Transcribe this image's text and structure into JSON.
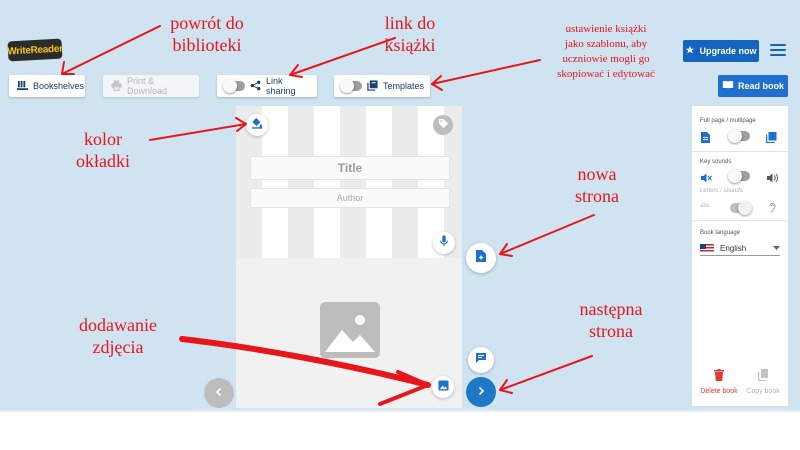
{
  "header": {
    "logo_text": "WriteReader",
    "upgrade_label": "Upgrade now"
  },
  "toolbar": {
    "bookshelves_label": "Bookshelves",
    "print_label": "Print & Download",
    "link_sharing_label": "Link sharing",
    "templates_label": "Templates",
    "read_book_label": "Read book"
  },
  "book": {
    "title_placeholder": "Title",
    "author_placeholder": "Author"
  },
  "panel": {
    "full_page_label": "Full page / multipage",
    "key_sounds_label": "Key sounds",
    "letters_sounds_label": "Letters / sounds",
    "abc_label": "abc",
    "book_language_label": "Book language",
    "language_value": "English",
    "delete_label": "Delete book",
    "copy_label": "Copy book"
  },
  "annotations": {
    "library_line1": "powrót do",
    "library_line2": "biblioteki",
    "link_line1": "link do",
    "link_line2": "książki",
    "template_line1": "ustawienie książki",
    "template_line2": "jako szablonu, aby",
    "template_line3": "uczniowie mogli go",
    "template_line4": "skopiować i edytować",
    "cover_line1": "kolor",
    "cover_line2": "okładki",
    "newpage_line1": "nowa",
    "newpage_line2": "strona",
    "photo_line1": "dodawanie",
    "photo_line2": "zdjęcia",
    "nextpage_line1": "następna",
    "nextpage_line2": "strona"
  },
  "colors": {
    "background": "#cfe3f1",
    "primary": "#1565c0",
    "annotation": "#e8151b",
    "delete": "#e53935"
  }
}
